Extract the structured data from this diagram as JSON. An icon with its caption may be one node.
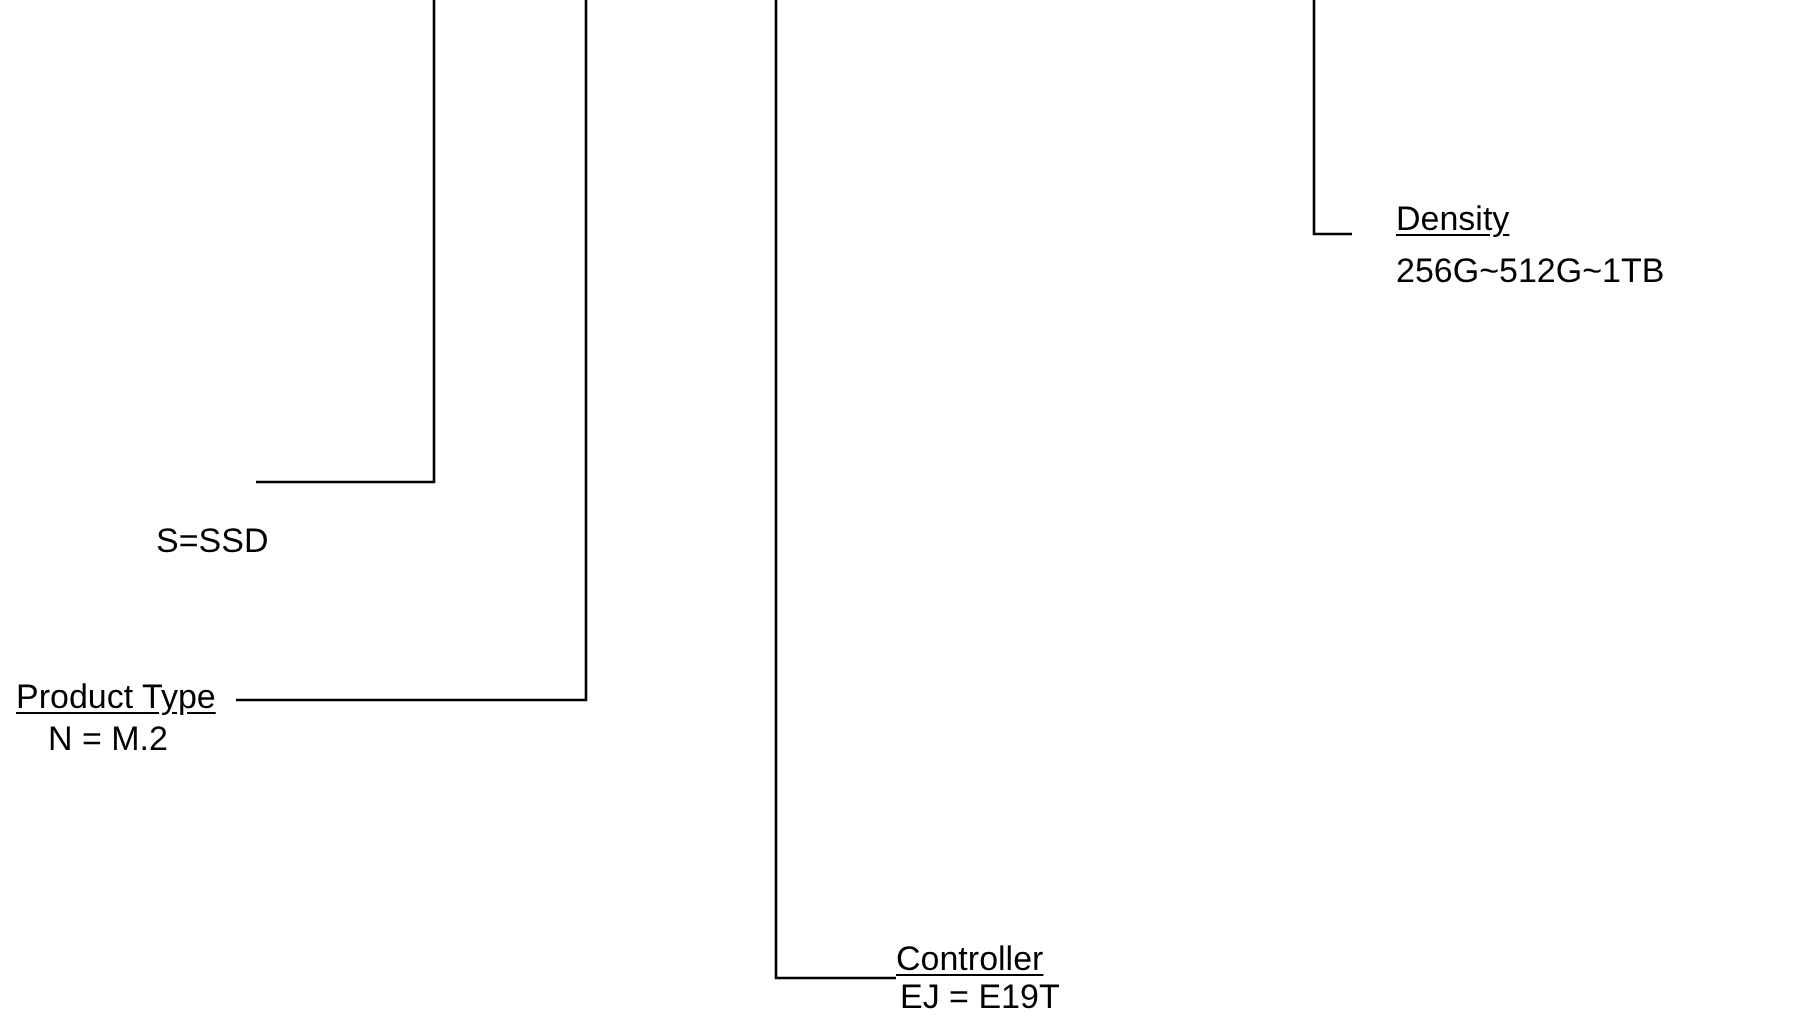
{
  "diagram": {
    "nodes": [
      {
        "text": [
          "S=SSD"
        ]
      },
      {
        "text": [
          "Product Type",
          "N = M.2"
        ]
      },
      {
        "text": [
          "Controller",
          "EJ = E19T"
        ]
      },
      {
        "text": [
          "Density",
          "256G~512G~1TB"
        ]
      }
    ],
    "edges": [
      {
        "from": null,
        "to": 0,
        "arrow": "none"
      },
      {
        "from": null,
        "to": 1,
        "arrow": "none"
      },
      {
        "from": null,
        "to": 2,
        "arrow": "none"
      },
      {
        "from": null,
        "to": 3,
        "arrow": "none"
      }
    ]
  }
}
